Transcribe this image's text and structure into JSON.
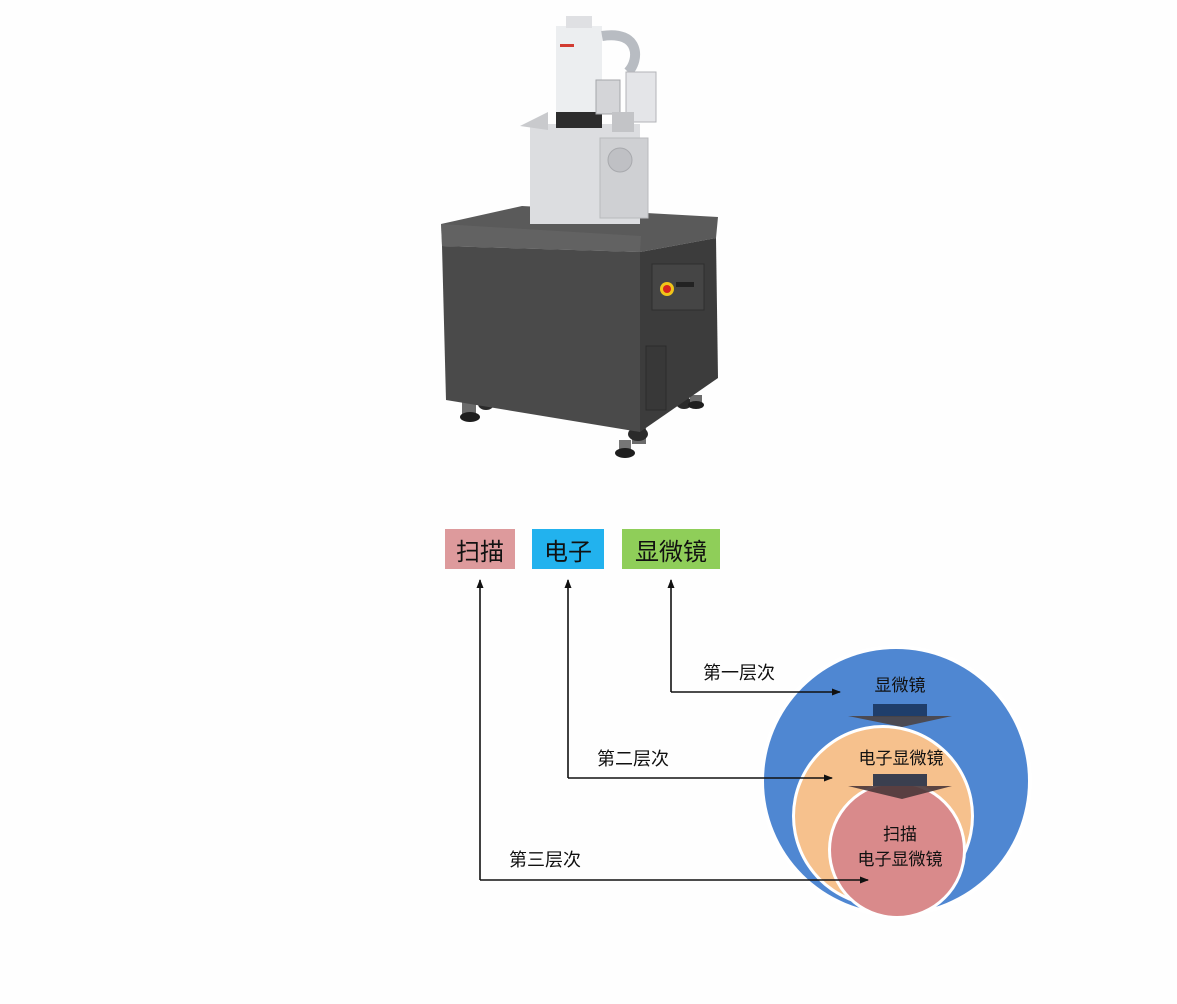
{
  "colors": {
    "scan_box": "#dd9a9c",
    "electron_box": "#22b2ee",
    "microscope_box": "#8fce59",
    "outer_circle": "#4f87d2",
    "middle_circle": "#f6c18d",
    "inner_circle": "#d98a8b",
    "connector": "#3a3f4f",
    "arrow_line": "#111111",
    "cabinet": "#4a4a4a",
    "column": "#e9eaec"
  },
  "product_image": {
    "name": "sem-instrument-illustration",
    "logo_text": ""
  },
  "term_boxes": {
    "scan": "扫描",
    "electron": "电子",
    "microscope": "显微镜"
  },
  "levels": {
    "first": "第一层次",
    "second": "第二层次",
    "third": "第三层次"
  },
  "circles": {
    "outer": "显微镜",
    "middle": "电子显微镜",
    "inner_line1": "扫描",
    "inner_line2": "电子显微镜"
  }
}
